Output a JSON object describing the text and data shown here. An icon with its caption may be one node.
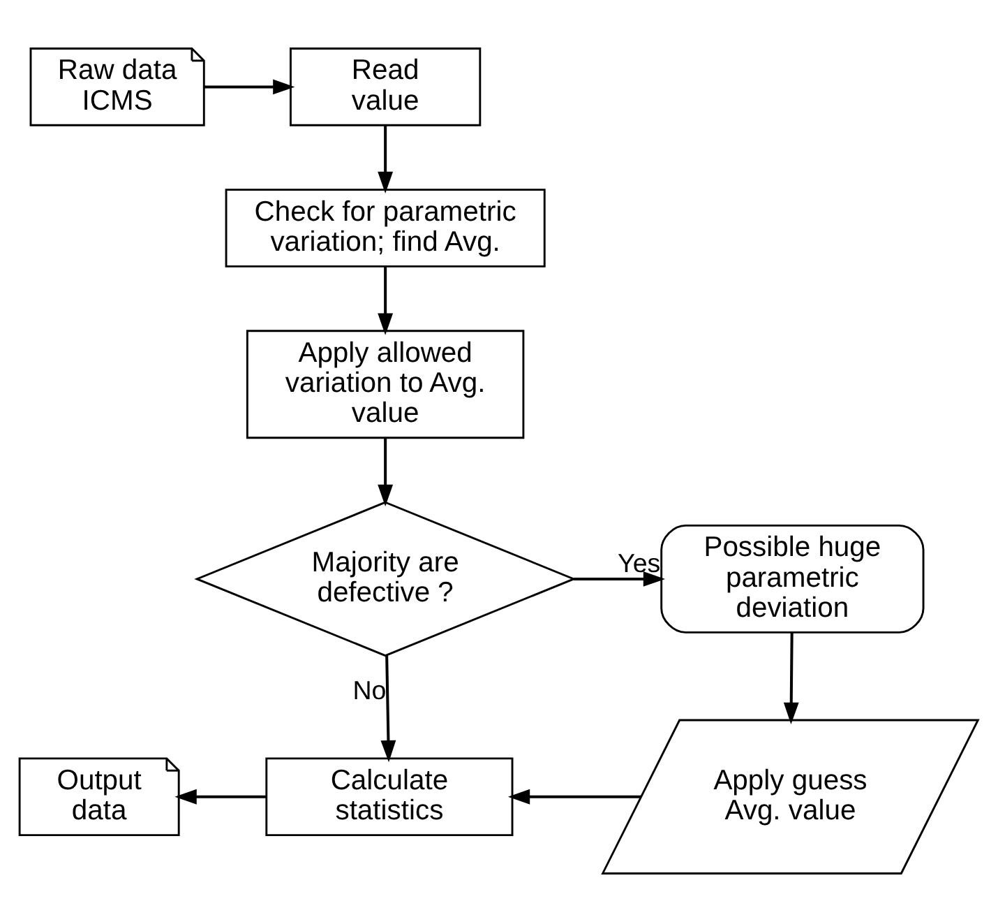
{
  "diagram": {
    "nodes": [
      {
        "text": [
          "Raw data ICMS"
        ]
      },
      {
        "text": [
          "Read value"
        ]
      },
      {
        "text": [
          "Check for parametric variation; find Avg."
        ]
      },
      {
        "text": [
          "Apply allowed variation to Avg. value"
        ]
      },
      {
        "text": [
          "Majority are defective ?"
        ]
      },
      {
        "text": [
          "Possible huge parametric deviation"
        ]
      },
      {
        "text": [
          "Apply guess Avg. value"
        ]
      },
      {
        "text": [
          "Calculate statistics"
        ]
      },
      {
        "text": [
          "Output data"
        ]
      }
    ],
    "edges": [
      {
        "from": 0,
        "to": 1,
        "arrow": "to"
      },
      {
        "from": 1,
        "to": 2,
        "arrow": "to"
      },
      {
        "from": 2,
        "to": 3,
        "arrow": "to"
      },
      {
        "from": 3,
        "to": 4,
        "arrow": "to"
      },
      {
        "from": 4,
        "to": 5,
        "arrow": "to",
        "label": "Yes"
      },
      {
        "from": 5,
        "to": 6,
        "arrow": "to"
      },
      {
        "from": 6,
        "to": 7,
        "arrow": "to"
      },
      {
        "from": 4,
        "to": 7,
        "arrow": "to",
        "label": "No"
      },
      {
        "from": 7,
        "to": 8,
        "arrow": "to"
      }
    ]
  }
}
